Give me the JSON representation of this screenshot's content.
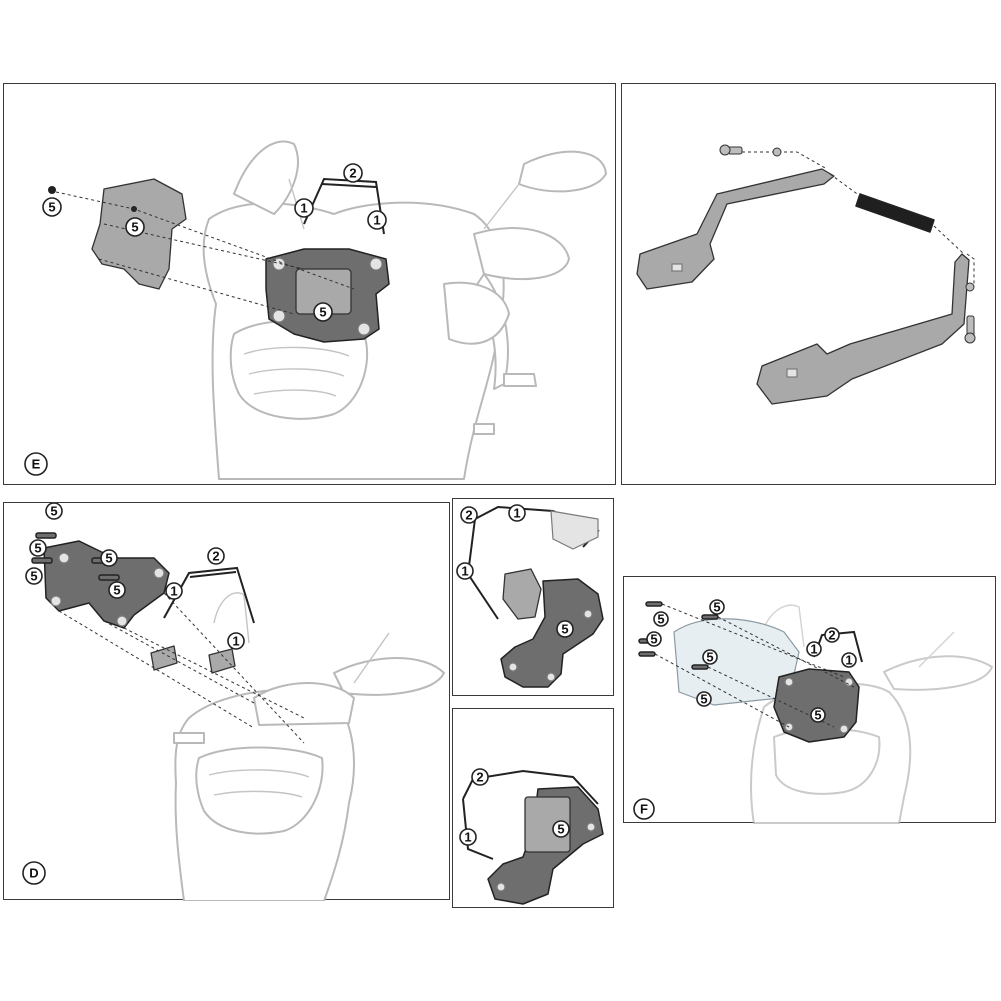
{
  "panels": {
    "E": {
      "letter": "E",
      "callouts": [
        "5",
        "5",
        "2",
        "1",
        "1",
        "5"
      ]
    },
    "top_right": {
      "callouts": []
    },
    "D": {
      "letter": "D",
      "callouts": [
        "5",
        "5",
        "5",
        "5",
        "5",
        "2",
        "1",
        "1"
      ]
    },
    "D_inset_top": {
      "callouts": [
        "2",
        "1",
        "1",
        "5"
      ]
    },
    "D_inset_bottom": {
      "callouts": [
        "2",
        "1",
        "5"
      ]
    },
    "F": {
      "letter": "F",
      "callouts": [
        "5",
        "5",
        "5",
        "5",
        "5",
        "2",
        "1",
        "1",
        "5"
      ]
    }
  }
}
